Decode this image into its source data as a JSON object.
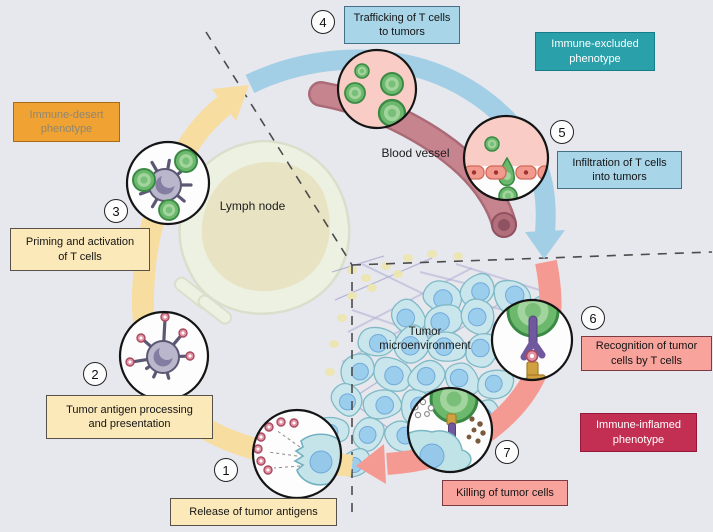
{
  "scene": {
    "background_color": "#e7e7ee"
  },
  "labels": {
    "lymph_node": "Lymph node",
    "blood_vessel": "Blood vessel",
    "tumor_micro_line1": "Tumor",
    "tumor_micro_line2": "microenvironment"
  },
  "steps": [
    {
      "num": "1",
      "line1": "Release of tumor antigens"
    },
    {
      "num": "2",
      "line1": "Tumor antigen processing",
      "line2": "and presentation"
    },
    {
      "num": "3",
      "line1": "Priming and activation",
      "line2": "of T cells"
    },
    {
      "num": "4",
      "line1": "Trafficking of T cells",
      "line2": "to tumors"
    },
    {
      "num": "5",
      "line1": "Infiltration of T cells",
      "line2": "into tumors"
    },
    {
      "num": "6",
      "line1": "Recognition of tumor",
      "line2": "cells by T cells"
    },
    {
      "num": "7",
      "line1": "Killing of tumor cells"
    }
  ],
  "phenotypes": [
    {
      "line1": "Immune-desert",
      "line2": "phenotype",
      "color": "#f0a233",
      "border_color": "#a86a18",
      "text_color": "#8d8673"
    },
    {
      "line1": "Immune-excluded",
      "line2": "phenotype",
      "color": "#2aa0ab",
      "border_color": "#167d88",
      "text_color": "#ffffff"
    },
    {
      "line1": "Immune-inflamed",
      "line2": "phenotype",
      "color": "#c22f52",
      "border_color": "#95173a",
      "text_color": "#ffffff"
    }
  ],
  "cycle_colors": {
    "yellow": "#f7dda0",
    "blue": "#a3cfe6",
    "red": "#f59a92"
  }
}
